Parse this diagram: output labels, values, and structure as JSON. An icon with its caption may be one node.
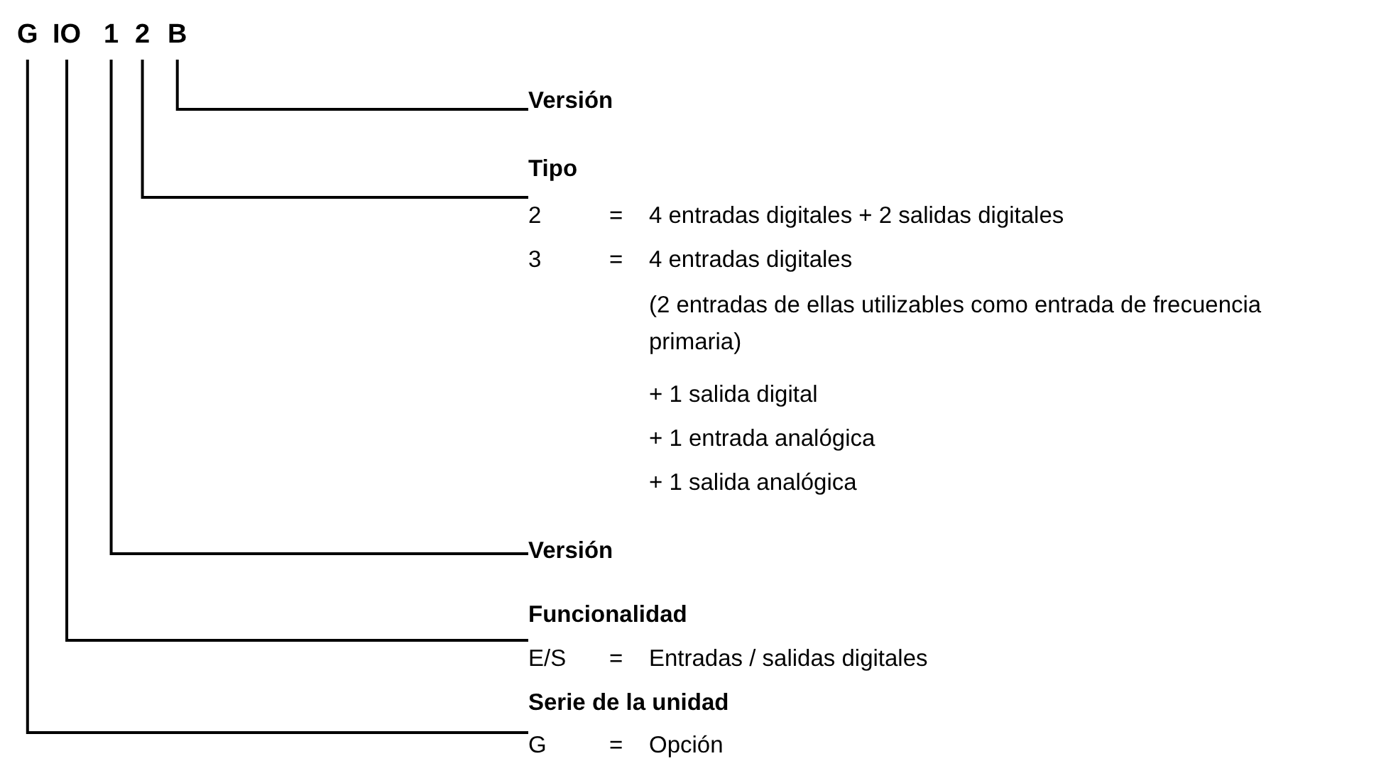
{
  "diagram": {
    "nodes": [
      {
        "text": [
          "G"
        ]
      },
      {
        "text": [
          "IO"
        ]
      },
      {
        "text": [
          "1"
        ]
      },
      {
        "text": [
          "2"
        ]
      },
      {
        "text": [
          "B"
        ]
      },
      {
        "text": [
          "Versión"
        ]
      },
      {
        "text": [
          "Tipo",
          "2",
          "=",
          "4 entradas digitales + 2 salidas digitales",
          "3",
          "=",
          "4 entradas digitales",
          "(2 entradas de ellas utilizables como entrada de frecuencia primaria)",
          "+ 1 salida digital",
          "+ 1 entrada analógica",
          "+ 1 salida analógica"
        ]
      },
      {
        "text": [
          "Versión"
        ]
      },
      {
        "text": [
          "Funcionalidad",
          "E/S",
          "=",
          "Entradas / salidas digitales"
        ]
      },
      {
        "text": [
          "Serie de la unidad",
          "G",
          "=",
          "Opción"
        ]
      }
    ],
    "edges": [
      {
        "from": 4,
        "to": 5,
        "arrow": "none"
      },
      {
        "from": 3,
        "to": 6,
        "arrow": "none"
      },
      {
        "from": 2,
        "to": 7,
        "arrow": "none"
      },
      {
        "from": 1,
        "to": 8,
        "arrow": "none"
      },
      {
        "from": 0,
        "to": 9,
        "arrow": "none"
      }
    ]
  }
}
